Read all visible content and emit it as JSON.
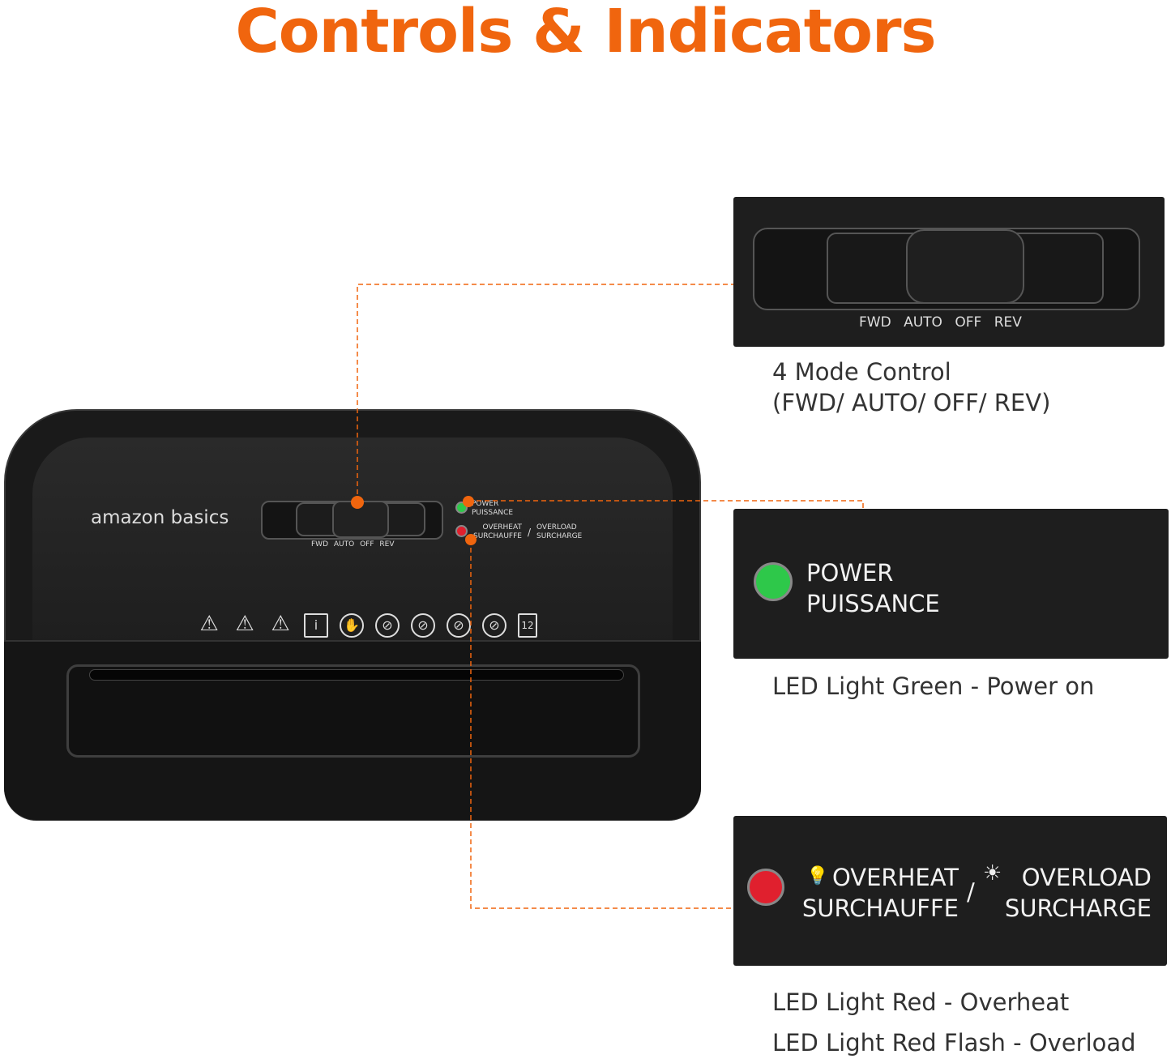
{
  "title": "Controls & Indicators",
  "brand": "amazon basics",
  "device": {
    "switch_labels": [
      "FWD",
      "AUTO",
      "OFF",
      "REV"
    ],
    "power_label": [
      "POWER",
      "PUISSANCE"
    ],
    "overheat_label": [
      "OVERHEAT",
      "SURCHAUFFE"
    ],
    "overload_label": [
      "OVERLOAD",
      "SURCHARGE"
    ],
    "separator": "/",
    "sheet_capacity": "12"
  },
  "callouts": [
    {
      "switch_labels": [
        "FWD",
        "AUTO",
        "OFF",
        "REV"
      ],
      "caption": [
        "4 Mode Control",
        "(FWD/ AUTO/ OFF/ REV)"
      ]
    },
    {
      "led_color": "#2ec84a",
      "text": [
        "POWER",
        "PUISSANCE"
      ],
      "caption": [
        "LED Light Green - Power on"
      ]
    },
    {
      "led_color": "#e0202e",
      "text_left": [
        "OVERHEAT",
        "SURCHAUFFE"
      ],
      "separator": "/",
      "text_right": [
        "OVERLOAD",
        "SURCHARGE"
      ],
      "caption": [
        "LED Light Red - Overheat",
        "LED Light Red Flash - Overload"
      ]
    }
  ],
  "colors": {
    "accent": "#f0650e",
    "panel": "#1e1e1e",
    "caption": "#333333"
  }
}
